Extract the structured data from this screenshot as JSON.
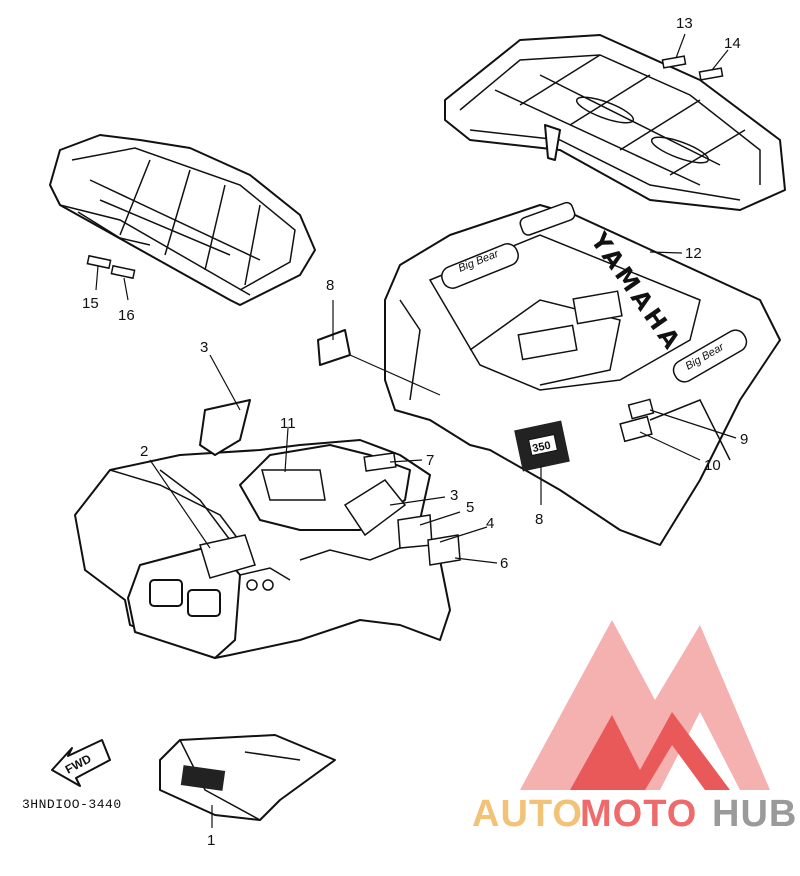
{
  "diagram": {
    "drawing_code": "3HNDIOO-3440",
    "callouts": [
      "1",
      "2",
      "3",
      "3",
      "4",
      "5",
      "6",
      "7",
      "8",
      "8",
      "9",
      "10",
      "11",
      "12",
      "13",
      "14",
      "15",
      "16"
    ],
    "labels": {
      "brand_text": "YAMAHA",
      "fwd_text": "FWD",
      "decal_350": "350"
    }
  },
  "watermark": {
    "part1": "AUTO",
    "part2": "MOTO",
    "part3": "HUB",
    "colors": {
      "auto": "#f2c277",
      "moto": "#ef6a6a",
      "hub": "#9a9a9a",
      "logo_light": "#f4a8a8",
      "logo_dark": "#e84848"
    }
  }
}
